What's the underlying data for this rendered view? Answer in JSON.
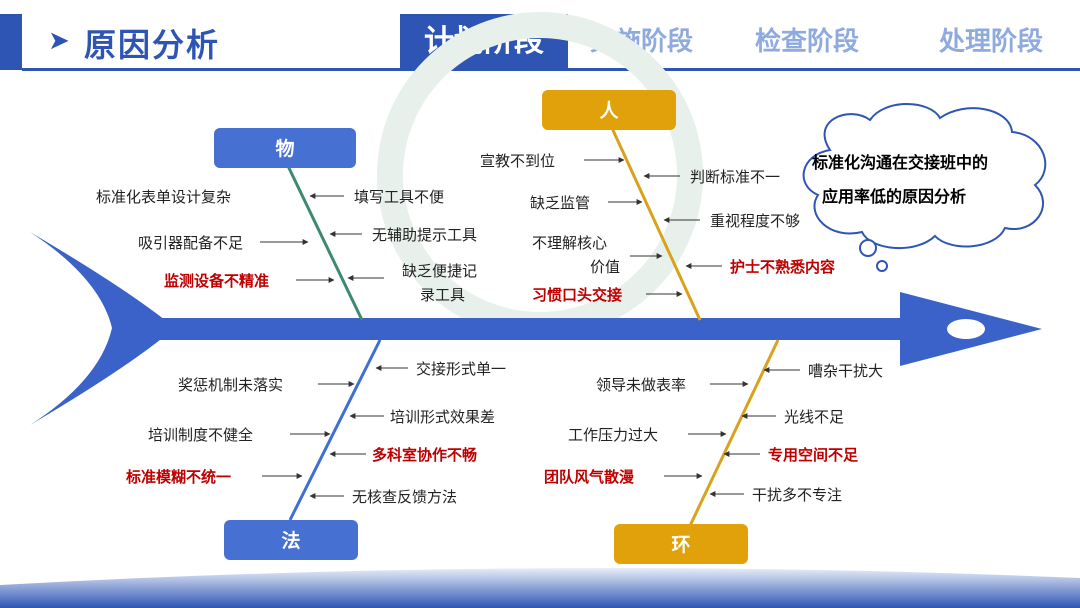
{
  "header": {
    "title": "原因分析",
    "arrow_glyph": "➤",
    "tabs": [
      {
        "label": "计划阶段",
        "active": true
      },
      {
        "label": "实施阶段",
        "active": false
      },
      {
        "label": "检查阶段",
        "active": false
      },
      {
        "label": "处理阶段",
        "active": false
      }
    ]
  },
  "colors": {
    "primary_blue": "#2f55b4",
    "fish_blue": "#3a62c8",
    "category_blue": "#4670d2",
    "category_orange": "#e0a10a",
    "bone_green": "#3d8a70",
    "bone_gold": "#d9a21b",
    "bone_blue": "#3f6fcf",
    "highlight_red": "#c00000"
  },
  "diagram": {
    "effect": "标准化沟通在交接班中的应用率低的原因分析",
    "categories": {
      "wu": {
        "label": "物"
      },
      "ren": {
        "label": "人"
      },
      "fa": {
        "label": "法"
      },
      "huan": {
        "label": "环"
      }
    },
    "causes": {
      "wu": [
        {
          "text": "标准化表单设计复杂",
          "highlight": false
        },
        {
          "text": "填写工具不便",
          "highlight": false
        },
        {
          "text": "无辅助提示工具",
          "highlight": false
        },
        {
          "text": "吸引器配备不足",
          "highlight": false
        },
        {
          "text": "缺乏便捷记",
          "highlight": false
        },
        {
          "text": "录工具",
          "highlight": false
        },
        {
          "text": "监测设备不精准",
          "highlight": true
        }
      ],
      "ren": [
        {
          "text": "宣教不到位",
          "highlight": false
        },
        {
          "text": "判断标准不一",
          "highlight": false
        },
        {
          "text": "缺乏监管",
          "highlight": false
        },
        {
          "text": "重视程度不够",
          "highlight": false
        },
        {
          "text": "不理解核心",
          "highlight": false
        },
        {
          "text": "价值",
          "highlight": false
        },
        {
          "text": "护士不熟悉内容",
          "highlight": true
        },
        {
          "text": "习惯口头交接",
          "highlight": true
        }
      ],
      "fa": [
        {
          "text": "交接形式单一",
          "highlight": false
        },
        {
          "text": "奖惩机制未落实",
          "highlight": false
        },
        {
          "text": "培训形式效果差",
          "highlight": false
        },
        {
          "text": "培训制度不健全",
          "highlight": false
        },
        {
          "text": "多科室协作不畅",
          "highlight": true
        },
        {
          "text": "标准模糊不统一",
          "highlight": true
        },
        {
          "text": "无核查反馈方法",
          "highlight": false
        }
      ],
      "huan": [
        {
          "text": "嘈杂干扰大",
          "highlight": false
        },
        {
          "text": "领导未做表率",
          "highlight": false
        },
        {
          "text": "光线不足",
          "highlight": false
        },
        {
          "text": "工作压力过大",
          "highlight": false
        },
        {
          "text": "专用空间不足",
          "highlight": true
        },
        {
          "text": "团队风气散漫",
          "highlight": true
        },
        {
          "text": "干扰多不专注",
          "highlight": false
        }
      ]
    }
  }
}
